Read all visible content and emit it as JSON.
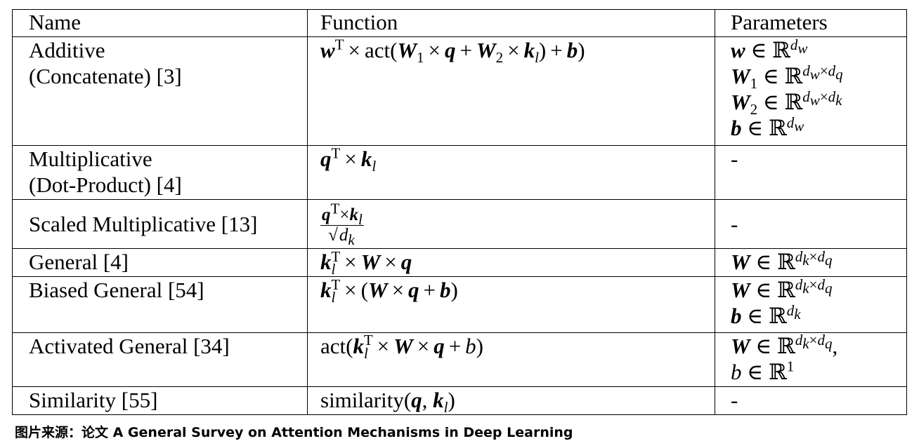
{
  "table": {
    "headers": [
      "Name",
      "Function",
      "Parameters"
    ],
    "rows": [
      {
        "name": [
          "Additive",
          "(Concatenate) [3]"
        ],
        "function": "w^T × act(W_1 × q + W_2 × k_l) + b)",
        "parameters": [
          "w ∈ ℝ^{d_w}",
          "W_1 ∈ ℝ^{d_w×d_q}",
          "W_2 ∈ ℝ^{d_w×d_k}",
          "b ∈ ℝ^{d_w}"
        ]
      },
      {
        "name": [
          "Multiplicative",
          "(Dot-Product) [4]"
        ],
        "function": "q^T × k_l",
        "parameters": [
          "-"
        ]
      },
      {
        "name": [
          "Scaled Multiplicative [13]"
        ],
        "function": "(q^T × k_l) / √(d_k)",
        "parameters": [
          "-"
        ]
      },
      {
        "name": [
          "General [4]"
        ],
        "function": "k_l^T × W × q",
        "parameters": [
          "W ∈ ℝ^{d_k×d_q}"
        ]
      },
      {
        "name": [
          "Biased General [54]"
        ],
        "function": "k_l^T × (W × q + b)",
        "parameters": [
          "W ∈ ℝ^{d_k×d_q}",
          "b ∈ ℝ^{d_k}"
        ]
      },
      {
        "name": [
          "Activated General [34]"
        ],
        "function": "act(k_l^T × W × q + b)",
        "parameters": [
          "W ∈ ℝ^{d_k×d_q},",
          "b ∈ ℝ^1"
        ]
      },
      {
        "name": [
          "Similarity [55]"
        ],
        "function": "similarity(q, k_l)",
        "parameters": [
          "-"
        ]
      }
    ]
  },
  "math_text": {
    "act": "act",
    "similarity": "similarity",
    "dash": "-"
  },
  "caption": "图片来源：论文 A General Survey on Attention Mechanisms in Deep Learning"
}
